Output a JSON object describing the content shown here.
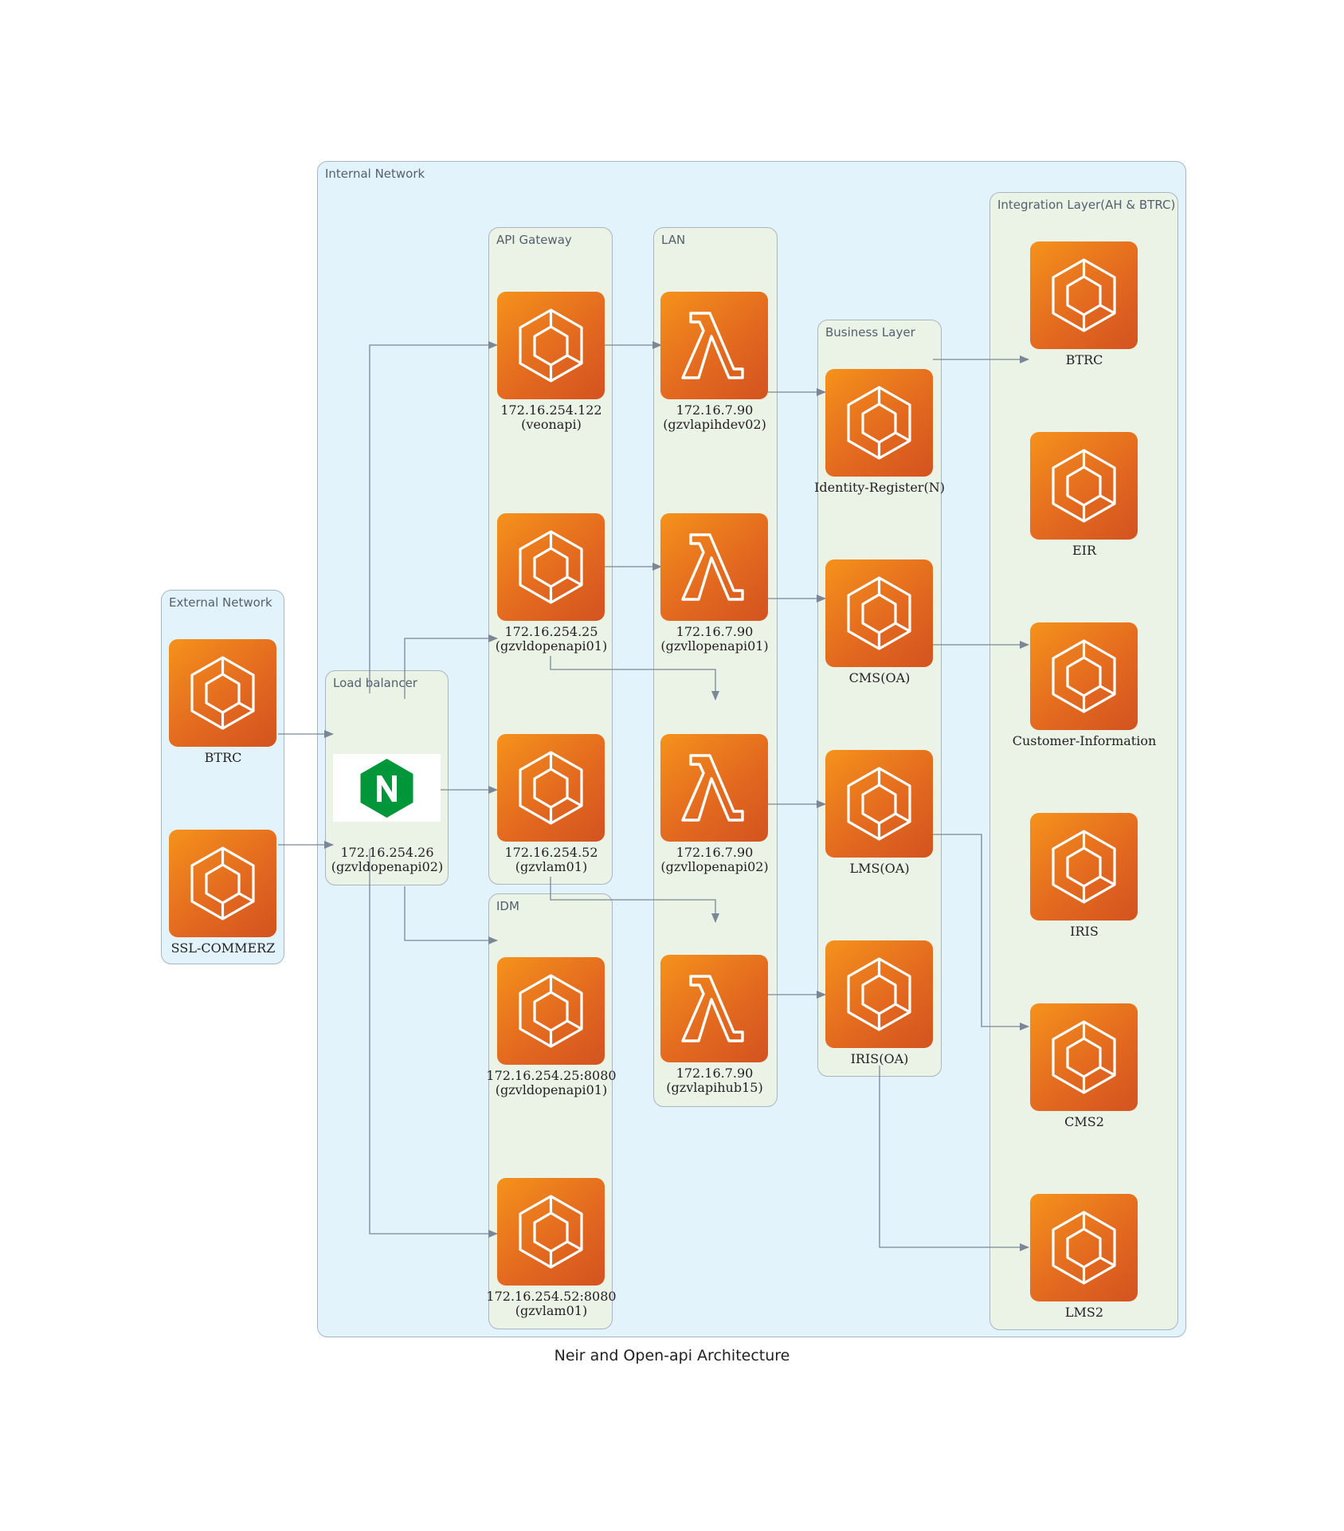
{
  "title": "Neir and Open-api Architecture",
  "clusters": {
    "external": "External Network",
    "internal": "Internal Network",
    "lb": "Load balancer",
    "api": "API Gateway",
    "lan": "LAN",
    "idm": "IDM",
    "business": "Business Layer",
    "integration": "Integration Layer(AH & BTRC)"
  },
  "nodes": {
    "ext_btrc": "BTRC",
    "ext_ssl": "SSL-COMMERZ",
    "lb_ip": "172.16.254.26",
    "lb_host": "(gzvldopenapi02)",
    "api1_ip": "172.16.254.122",
    "api1_host": "(veonapi)",
    "api2_ip": "172.16.254.25",
    "api2_host": "(gzvldopenapi01)",
    "api3_ip": "172.16.254.52",
    "api3_host": "(gzvlam01)",
    "idm1_ip": "172.16.254.25:8080",
    "idm1_host": "(gzvldopenapi01)",
    "idm2_ip": "172.16.254.52:8080",
    "idm2_host": "(gzvlam01)",
    "lan1_ip": "172.16.7.90",
    "lan1_host": "(gzvlapihdev02)",
    "lan2_ip": "172.16.7.90",
    "lan2_host": "(gzvllopenapi01)",
    "lan3_ip": "172.16.7.90",
    "lan3_host": "(gzvllopenapi02)",
    "lan4_ip": "172.16.7.90",
    "lan4_host": "(gzvlapihub15)",
    "biz_idreg": "Identity-Register(N)",
    "biz_cms": "CMS(OA)",
    "biz_lms": "LMS(OA)",
    "biz_iris": "IRIS(OA)",
    "int_btrc": "BTRC",
    "int_eir": "EIR",
    "int_ci": "Customer-Information",
    "int_iris": "IRIS",
    "int_cms2": "CMS2",
    "int_lms2": "LMS2"
  },
  "icons": {
    "service": "ecs-hexagon-icon",
    "lambda": "lambda-icon",
    "nginx": "nginx-icon"
  },
  "colors": {
    "tile_orange": "#e36a1f",
    "edge_gray": "#7b8797",
    "nginx_green": "#009639"
  }
}
